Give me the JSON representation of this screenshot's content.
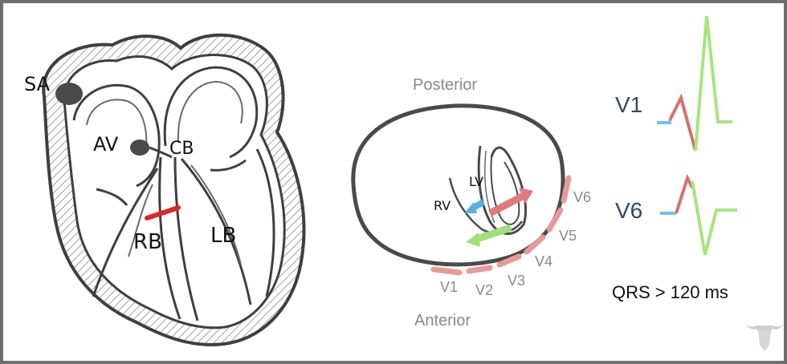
{
  "heart": {
    "sa": "SA",
    "av": "AV",
    "cb": "CB",
    "rb": "RB",
    "lb": "LB"
  },
  "cross_section": {
    "posterior": "Posterior",
    "anterior": "Anterior",
    "rv": "RV",
    "lv": "LV",
    "leads": [
      "V1",
      "V2",
      "V3",
      "V4",
      "V5",
      "V6"
    ]
  },
  "ecg": {
    "lead1": "V1",
    "lead2": "V6",
    "caption": "QRS > 120 ms"
  },
  "colors": {
    "block": "#e0242b",
    "vector_red": "#e07b7b",
    "vector_blue": "#5aaee0",
    "vector_green": "#9fe07a",
    "lead_pink": "#e79a9a",
    "ecg_blue": "#6cc4e6",
    "ecg_red": "#d97070",
    "ecg_green": "#a6e67e",
    "outline": "#4a4a4a",
    "lead_text": "#8a8a8a",
    "ecg_label": "#34475f"
  },
  "icons": {
    "logo": "bull-head-icon"
  }
}
